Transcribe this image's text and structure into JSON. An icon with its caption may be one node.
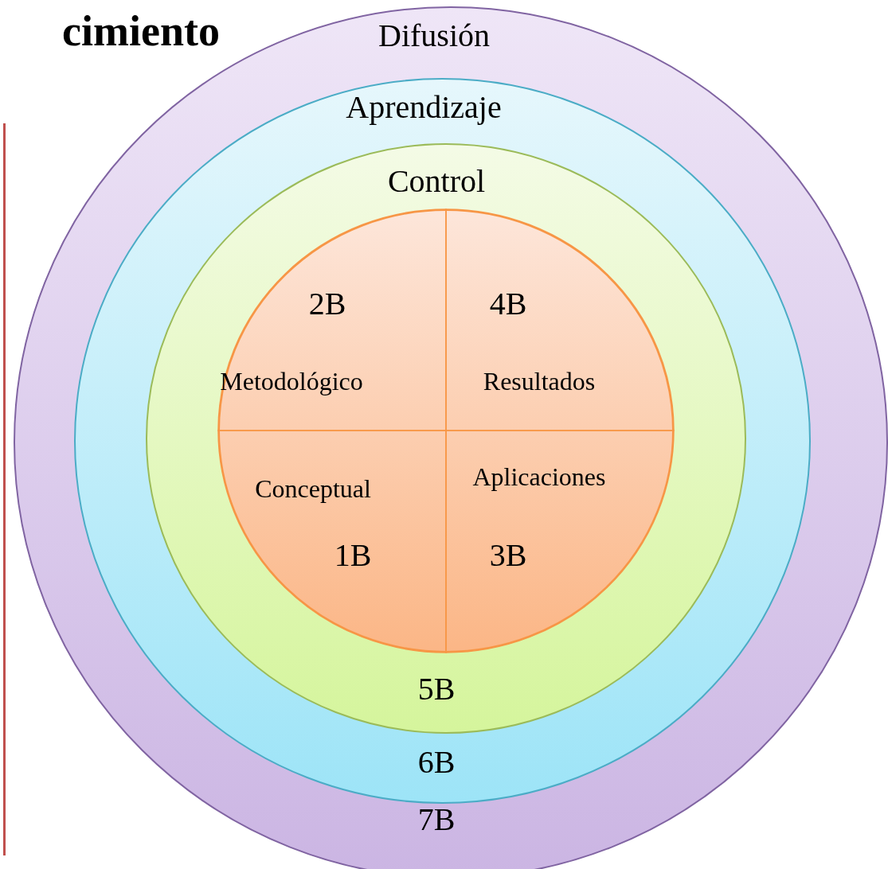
{
  "diagram": {
    "title": "cimiento",
    "nodes": [
      {
        "text": [
          "Difusión",
          "7B"
        ]
      },
      {
        "text": [
          "Aprendizaje",
          "6B"
        ],
        "in": 0
      },
      {
        "text": [
          "Control",
          "5B"
        ],
        "in": 1
      },
      {
        "text": [],
        "shape": "circle",
        "in": 2
      },
      {
        "text": [
          "2B",
          "Metodológico"
        ],
        "in": 3
      },
      {
        "text": [
          "4B",
          "Resultados"
        ],
        "in": 3
      },
      {
        "text": [
          "Conceptual",
          "1B"
        ],
        "in": 3
      },
      {
        "text": [
          "Aplicaciones",
          "3B"
        ],
        "in": 3
      }
    ],
    "edges": []
  }
}
